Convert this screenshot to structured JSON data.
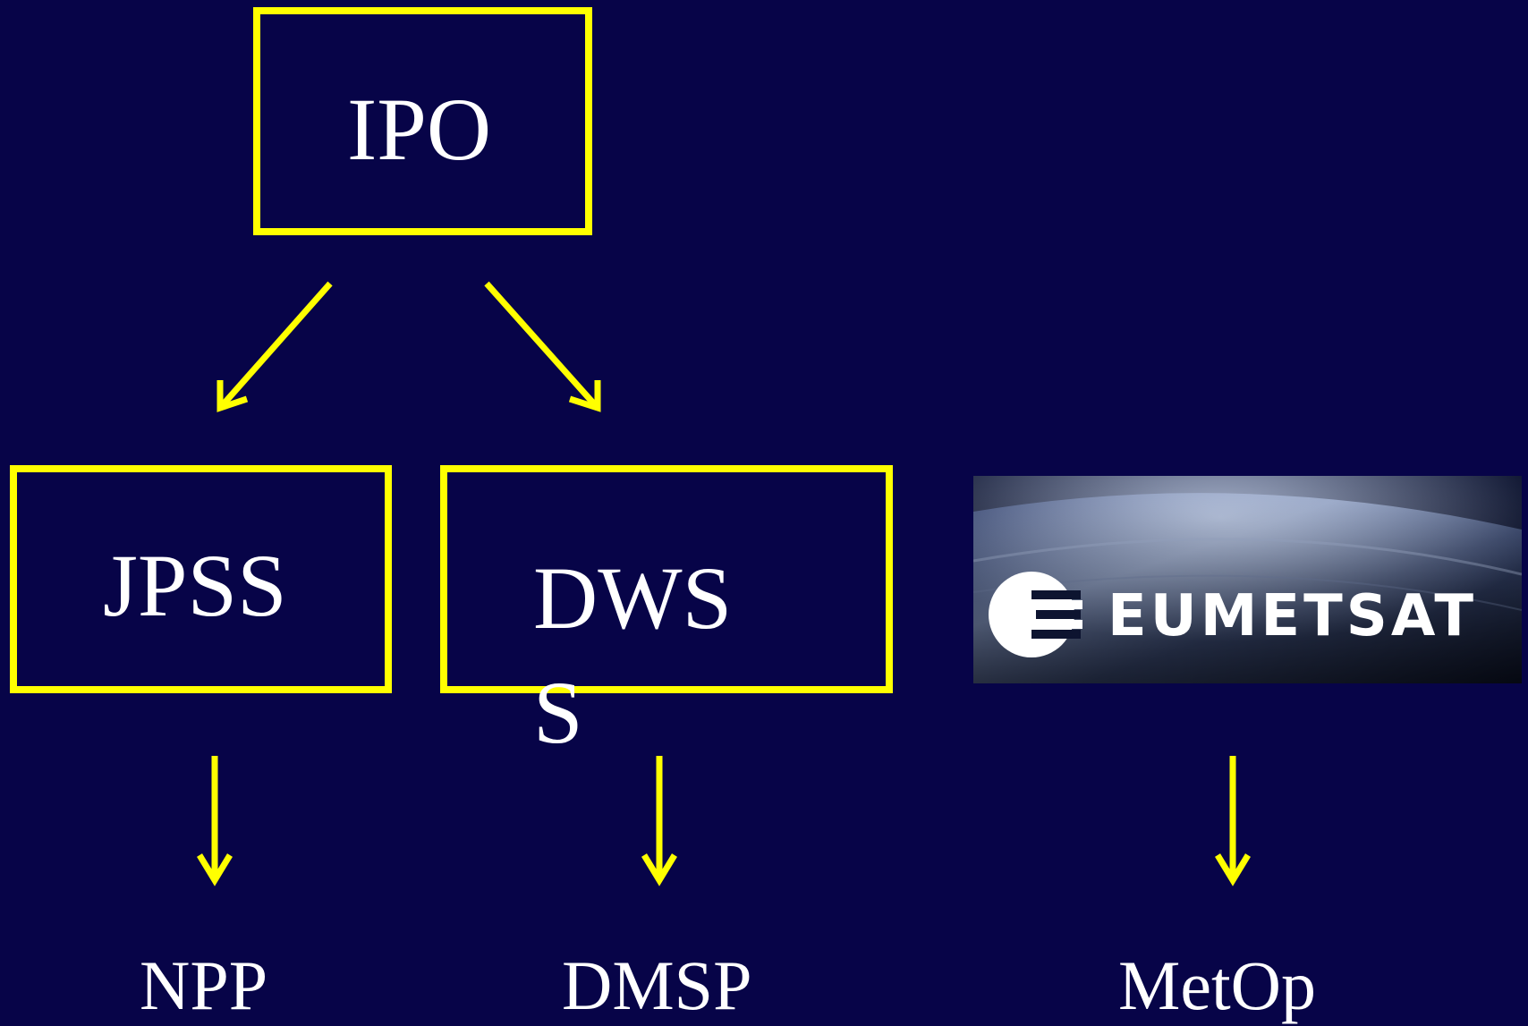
{
  "nodes": {
    "ipo": "IPO",
    "jpss": "JPSS",
    "dwss": "DWSS",
    "npp": "NPP",
    "dmsp": "DMSP",
    "metop": "MetOp"
  },
  "logo": {
    "text": "EUMETSAT"
  },
  "colors": {
    "background": "#070448",
    "box_border": "#ffff00",
    "arrow": "#ffff00",
    "text": "#ffffff"
  }
}
